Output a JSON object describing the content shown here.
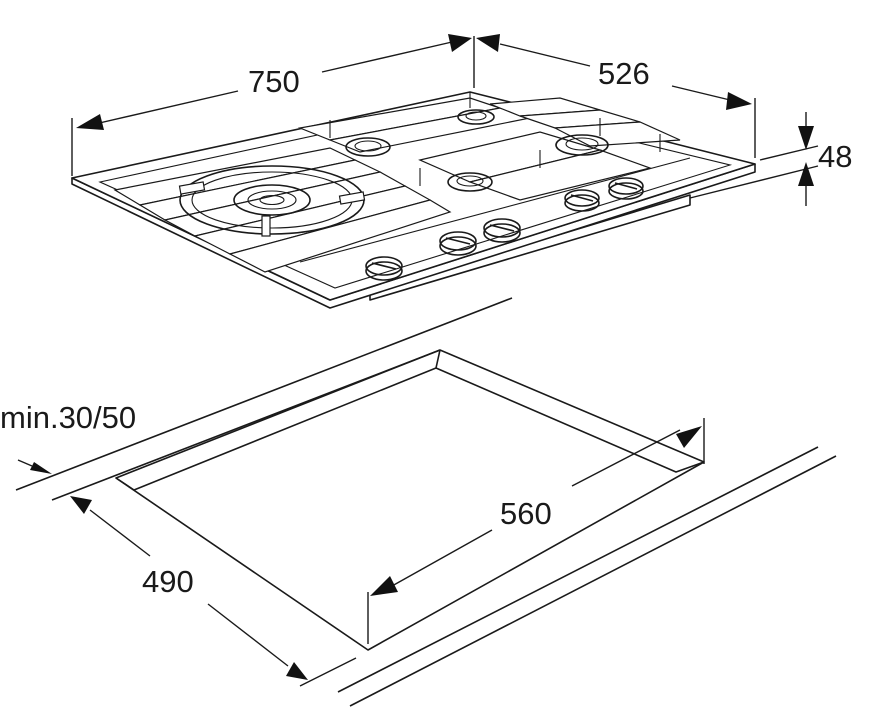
{
  "dimensions": {
    "hob_width": "750",
    "hob_depth": "526",
    "hob_height": "48",
    "clearance": "min.30/50",
    "cutout_width": "560",
    "cutout_depth": "490"
  },
  "colors": {
    "line": "#1a1a1a",
    "background": "#ffffff"
  }
}
